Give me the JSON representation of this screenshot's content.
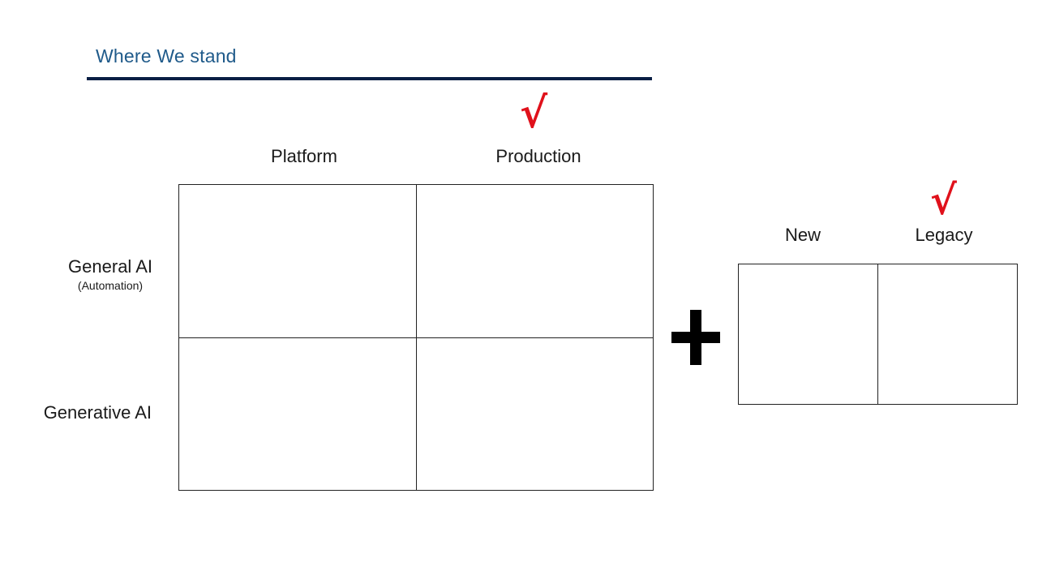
{
  "slide": {
    "title": "Where We stand"
  },
  "main_matrix": {
    "columns": [
      "Platform",
      "Production"
    ],
    "rows": [
      {
        "label": "General AI",
        "sublabel": "(Automation)"
      },
      {
        "label": "Generative AI",
        "sublabel": ""
      }
    ],
    "checked_column": "Production",
    "check_glyph": "√"
  },
  "operator": {
    "symbol": "+"
  },
  "side_matrix": {
    "columns": [
      "New",
      "Legacy"
    ],
    "checked_column": "Legacy",
    "check_glyph": "√"
  },
  "colors": {
    "title": "#1f5a8a",
    "rule": "#0a1f44",
    "check": "#e0111b",
    "grid_line": "#222222"
  }
}
